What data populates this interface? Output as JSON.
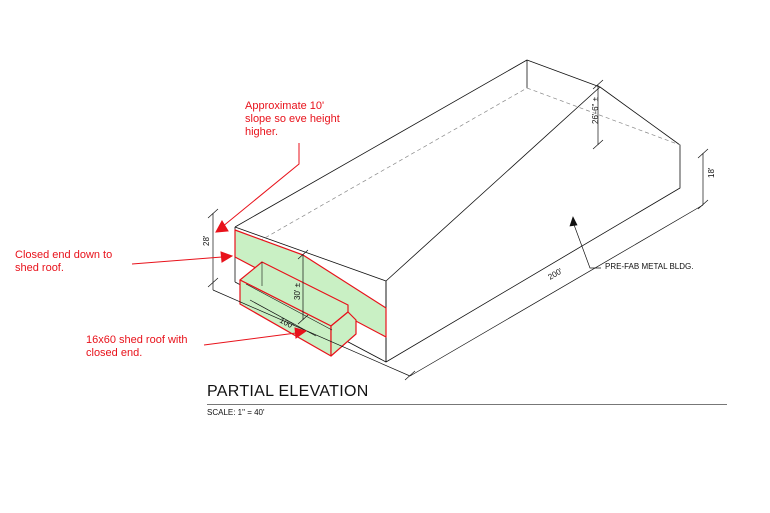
{
  "drawing": {
    "title": "PARTIAL ELEVATION",
    "scale": "SCALE: 1\" = 40'"
  },
  "callouts": {
    "building": "PRE-FAB METAL BLDG."
  },
  "dimensions": {
    "length": "200'",
    "eave_height": "18'",
    "ridge_height": "26'-6\" ±",
    "end_wall_height": "28'",
    "shed_height": "30' ±",
    "shed_length": "100'"
  },
  "annotations": {
    "slope_note": [
      "Approximate 10'",
      "slope so eve height",
      "higher."
    ],
    "closed_end_note": [
      "Closed end down to",
      "shed roof."
    ],
    "shed_roof_note": [
      "16x60 shed roof with",
      "closed end."
    ]
  },
  "colors": {
    "markup_red": "#e8121b",
    "shed_fill": "#c9f0c4",
    "linework": "#111111"
  }
}
